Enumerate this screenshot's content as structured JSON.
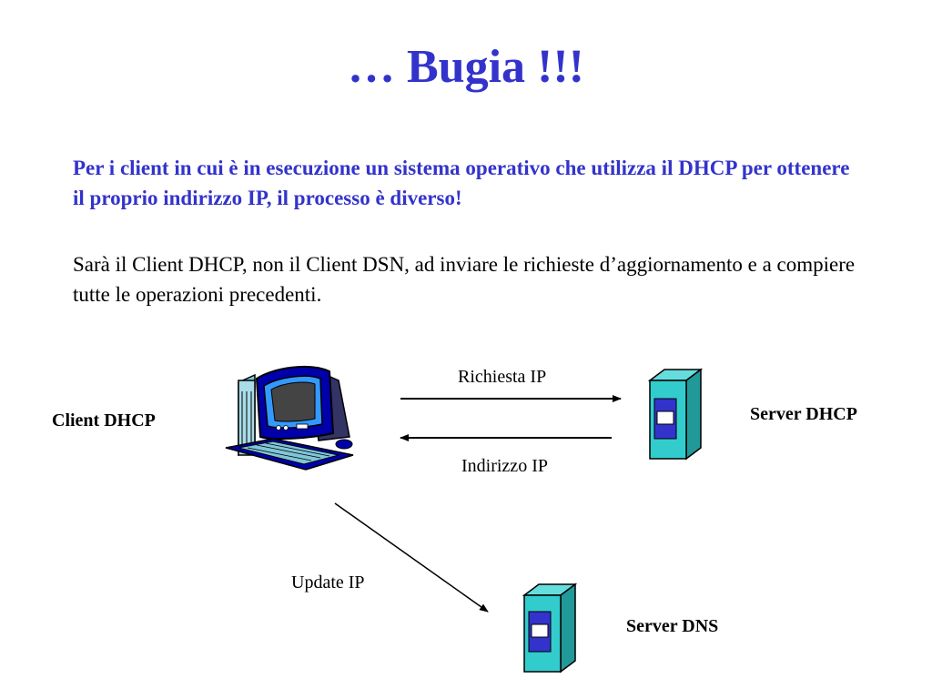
{
  "slide": {
    "title": "… Bugia !!!",
    "paragraph_1": "Per i client in cui è in esecuzione un sistema operativo che utilizza il DHCP per ottenere il proprio indirizzo IP, il processo è diverso!",
    "paragraph_2": "Sarà il Client DHCP, non il Client DSN, ad inviare le richieste d’aggiornamento e a compiere tutte le operazioni precedenti."
  },
  "diagram": {
    "client_label": "Client DHCP",
    "server_dhcp_label": "Server DHCP",
    "server_dns_label": "Server DNS",
    "arrow_request_label": "Richiesta IP",
    "arrow_response_label": "Indirizzo IP",
    "arrow_update_label": "Update IP",
    "icons": [
      "computer-icon",
      "server-icon",
      "server-icon"
    ],
    "colors": {
      "title": "#3333cc",
      "server_body": "#33cccc",
      "server_panel": "#3333cc",
      "monitor": "#0000aa"
    }
  }
}
